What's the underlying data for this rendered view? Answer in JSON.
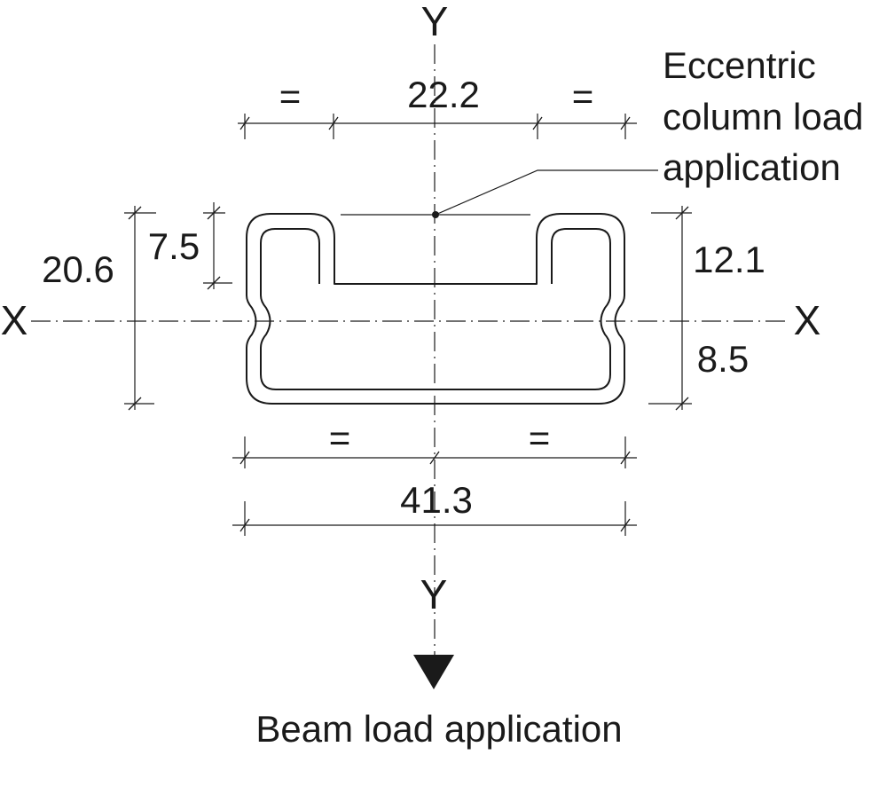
{
  "axes": {
    "y_top": "Y",
    "y_bottom": "Y",
    "x_left": "X",
    "x_right": "X"
  },
  "dimensions": {
    "slot_width": "22.2",
    "slot_side_left": "=",
    "slot_side_right": "=",
    "total_height": "20.6",
    "lip_height": "7.5",
    "upper_to_axis": "12.1",
    "lower_to_axis": "8.5",
    "half_left": "=",
    "half_right": "=",
    "total_width": "41.3"
  },
  "annotations": {
    "column_load_line1": "Eccentric",
    "column_load_line2": "column load",
    "column_load_line3": "application",
    "beam_load": "Beam load application"
  }
}
